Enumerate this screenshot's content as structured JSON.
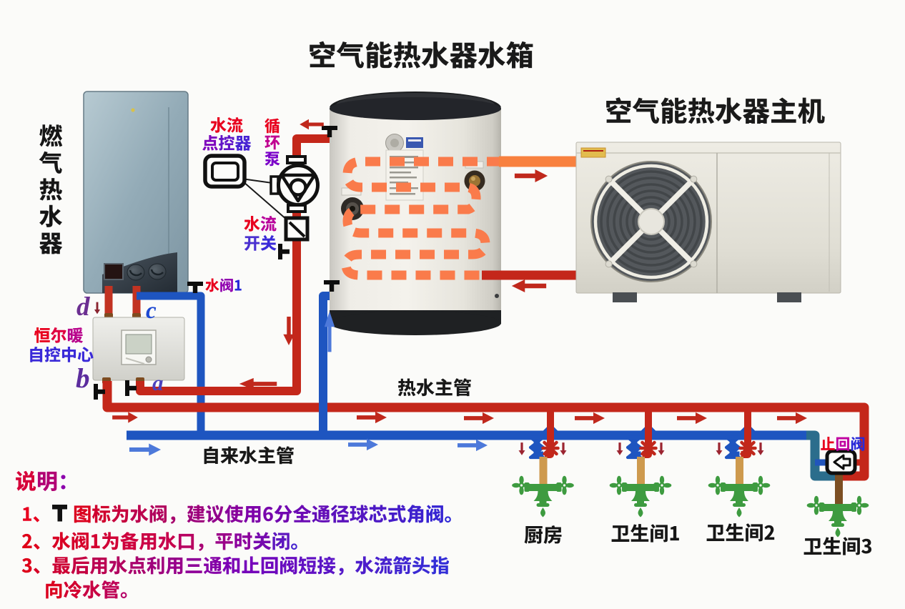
{
  "palette": {
    "background": "#FBFBF9",
    "hot_pipe": "#C4271A",
    "cold_pipe": "#1E55C0",
    "cold_pipe_teal": "#2B6D8C",
    "coil_orange": "#FA7B4B",
    "supply_orange": "#F8813F",
    "arrow_red": "#C0281C",
    "arrow_blue": "#4D79DA",
    "arrow_maroon": "#9B2430",
    "faucet_green": "#3E9B40",
    "tap_pipe_tan": "#CE9A4E",
    "tap_pipe_brown": "#7C4F23",
    "icon_black": "#111111",
    "text_black": "#181818",
    "label_red": "#E8001E",
    "label_purple": "#8A00B8",
    "label_blue": "#3A2AD8"
  },
  "titles": {
    "tank": "空气能热水器水箱",
    "heat_pump": "空气能热水器主机"
  },
  "devices": {
    "gas_heater": {
      "label": "燃气热水器"
    },
    "flow_controller": {
      "label_line1": "水流",
      "label_line2": "点控器"
    },
    "circulation_pump": {
      "label": "循环泵"
    },
    "flow_switch": {
      "label_line1": "水流",
      "label_line2": "开关"
    },
    "control_center": {
      "label_line1": "恒尔暖",
      "label_line2": "自控中心",
      "port_a": "a",
      "port_b": "b",
      "port_c": "c",
      "port_d": "d"
    },
    "check_valve": {
      "label": "止回阀"
    }
  },
  "pipes": {
    "valve1_label": "水阀1",
    "hot_main_label": "热水主管",
    "cold_main_label": "自来水主管"
  },
  "fixtures": [
    {
      "name": "厨房"
    },
    {
      "name": "卫生间1"
    },
    {
      "name": "卫生间2"
    },
    {
      "name": "卫生间3"
    }
  ],
  "notes": {
    "heading": "说明：",
    "item1_prefix": "1、",
    "item1_icon": "valve-tee-icon",
    "item1_text": "图标为水阀，建议使用6分全通径球芯式角阀。",
    "item2": "2、水阀1为备用水口，平时关闭。",
    "item3": "3、最后用水点利用三通和止回阀短接，水流箭头指",
    "item3_cont": "向冷水管。"
  }
}
